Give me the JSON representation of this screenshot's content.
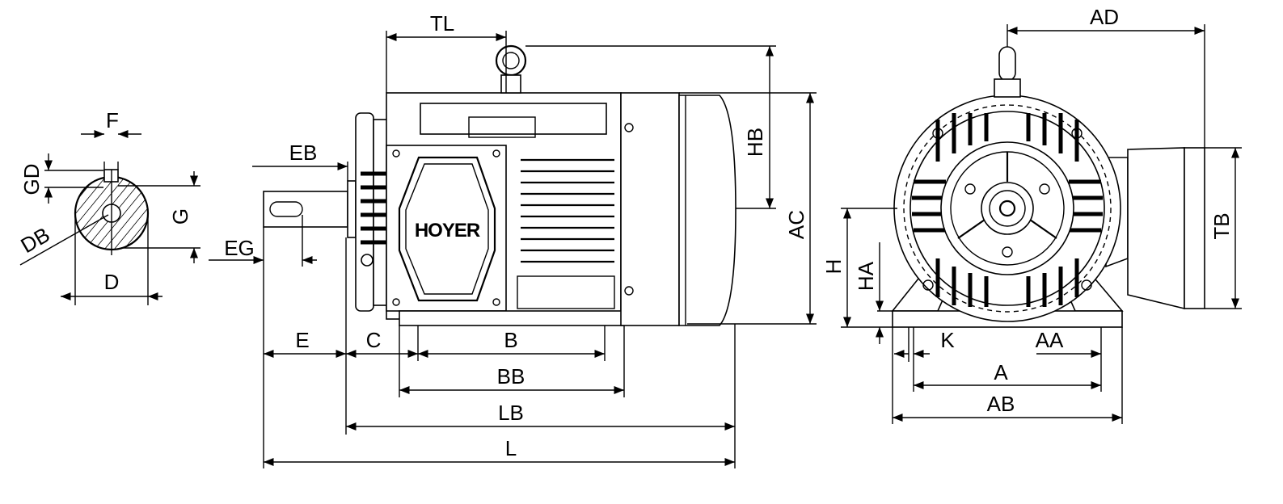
{
  "brand": "HOYER",
  "dimensions": {
    "F": "F",
    "GD": "GD",
    "DB": "DB",
    "G": "G",
    "D": "D",
    "EB": "EB",
    "EG": "EG",
    "TL": "TL",
    "HB": "HB",
    "AC": "AC",
    "E": "E",
    "C": "C",
    "B": "B",
    "BB": "BB",
    "LB": "LB",
    "L": "L",
    "AD": "AD",
    "TB": "TB",
    "H": "H",
    "HA": "HA",
    "K": "K",
    "AA": "AA",
    "A": "A",
    "AB": "AB"
  }
}
